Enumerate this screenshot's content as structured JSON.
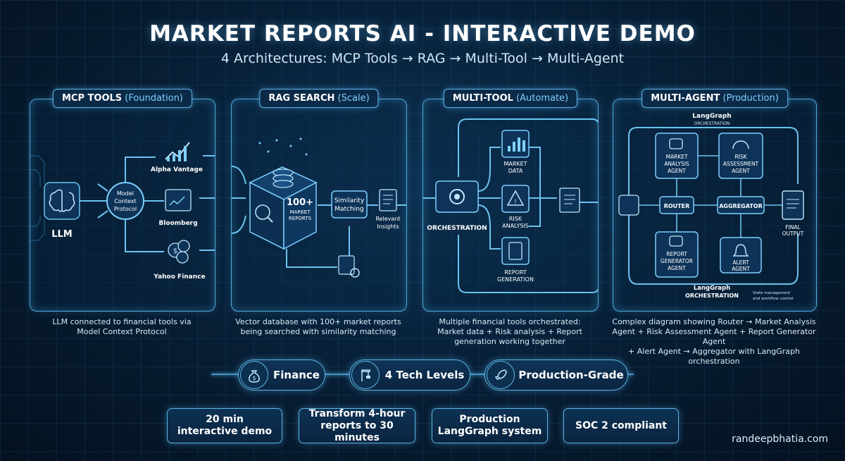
{
  "title": "MARKET REPORTS AI - INTERACTIVE DEMO",
  "subtitle": "4 Architectures: MCP Tools → RAG → Multi-Tool → Multi-Agent",
  "panels": [
    {
      "name": "MCP TOOLS",
      "tag": "(Foundation)",
      "desc": [
        "LLM connected to financial tools via",
        "Model Context Protocol"
      ]
    },
    {
      "name": "RAG SEARCH",
      "tag": "(Scale)",
      "desc": [
        "Vector database with 100+ market reports",
        "being searched with similarity matching"
      ]
    },
    {
      "name": "MULTI-TOOL",
      "tag": "(Automate)",
      "desc": [
        "Multiple financial tools orchestrated:",
        "Market data + Risk analysis + Report",
        "generation working together"
      ]
    },
    {
      "name": "MULTI-AGENT",
      "tag": "(Production)",
      "desc": [
        "Complex diagram showing Router → Market Analysis",
        "Agent + Risk Assessment Agent + Report Generator Agent",
        "+ Alert Agent → Aggregator with LangGraph orchestration"
      ]
    }
  ],
  "mcp": {
    "llm": "LLM",
    "hub": [
      "Model",
      "Context",
      "Protocol"
    ],
    "tools": [
      "Alpha Vantage",
      "Bloomberg",
      "Yahoo Finance"
    ]
  },
  "rag": {
    "cube": [
      "100+",
      "MARKET",
      "REPORTS"
    ],
    "match": [
      "Similarity",
      "Matching"
    ],
    "out": [
      "Relevant",
      "Insights"
    ]
  },
  "multitool": {
    "orch": "ORCHESTRATION",
    "data": [
      "MARKET",
      "DATA"
    ],
    "risk": [
      "RISK",
      "ANALYSIS"
    ],
    "report": [
      "REPORT",
      "GENERATION"
    ]
  },
  "multiagent": {
    "lg_top": "LangGraph",
    "lg_top_sub": "ORCHESTRATION",
    "market": [
      "MARKET",
      "ANALYSIS",
      "AGENT"
    ],
    "risk": [
      "RISK",
      "ASSESSMENT",
      "AGENT"
    ],
    "router": "ROUTER",
    "aggregator": "AGGREGATOR",
    "report": [
      "REPORT",
      "GENERATOR",
      "AGENT"
    ],
    "alert": [
      "ALERT",
      "AGENT"
    ],
    "final": [
      "FINAL",
      "OUTPUT"
    ],
    "lg_bottom": [
      "LangGraph",
      "ORCHESTRATION"
    ],
    "state_note": [
      "State management",
      "and workflow control"
    ]
  },
  "pills": [
    {
      "label": "Finance",
      "icon": "money-bag-icon"
    },
    {
      "label": "4 Tech Levels",
      "icon": "crane-icon"
    },
    {
      "label": "Production-Grade",
      "icon": "rocket-icon"
    }
  ],
  "stats": [
    [
      "20 min",
      "interactive demo"
    ],
    [
      "Transform 4-hour",
      "reports to 30 minutes"
    ],
    [
      "Production",
      "LangGraph system"
    ],
    [
      "SOC 2 compliant"
    ]
  ],
  "footer": "randeepbhatia.com",
  "colors": {
    "accent": "#5cb6e4",
    "background": "#06182c",
    "glow": "#7fd0ff"
  }
}
